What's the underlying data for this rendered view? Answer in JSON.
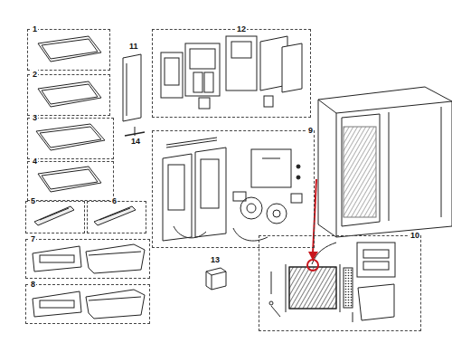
{
  "diagram": {
    "nodes": [
      {
        "text": [
          "1"
        ]
      },
      {
        "text": [
          "2"
        ]
      },
      {
        "text": [
          "3"
        ]
      },
      {
        "text": [
          "4"
        ]
      },
      {
        "text": [
          "5"
        ]
      },
      {
        "text": [
          "6"
        ]
      },
      {
        "text": [
          "7"
        ]
      },
      {
        "text": [
          "8"
        ]
      },
      {
        "text": [
          "12"
        ]
      },
      {
        "text": [
          "9"
        ]
      },
      {
        "text": [
          "10"
        ]
      }
    ],
    "labels": [
      "11",
      "14",
      "13"
    ]
  }
}
